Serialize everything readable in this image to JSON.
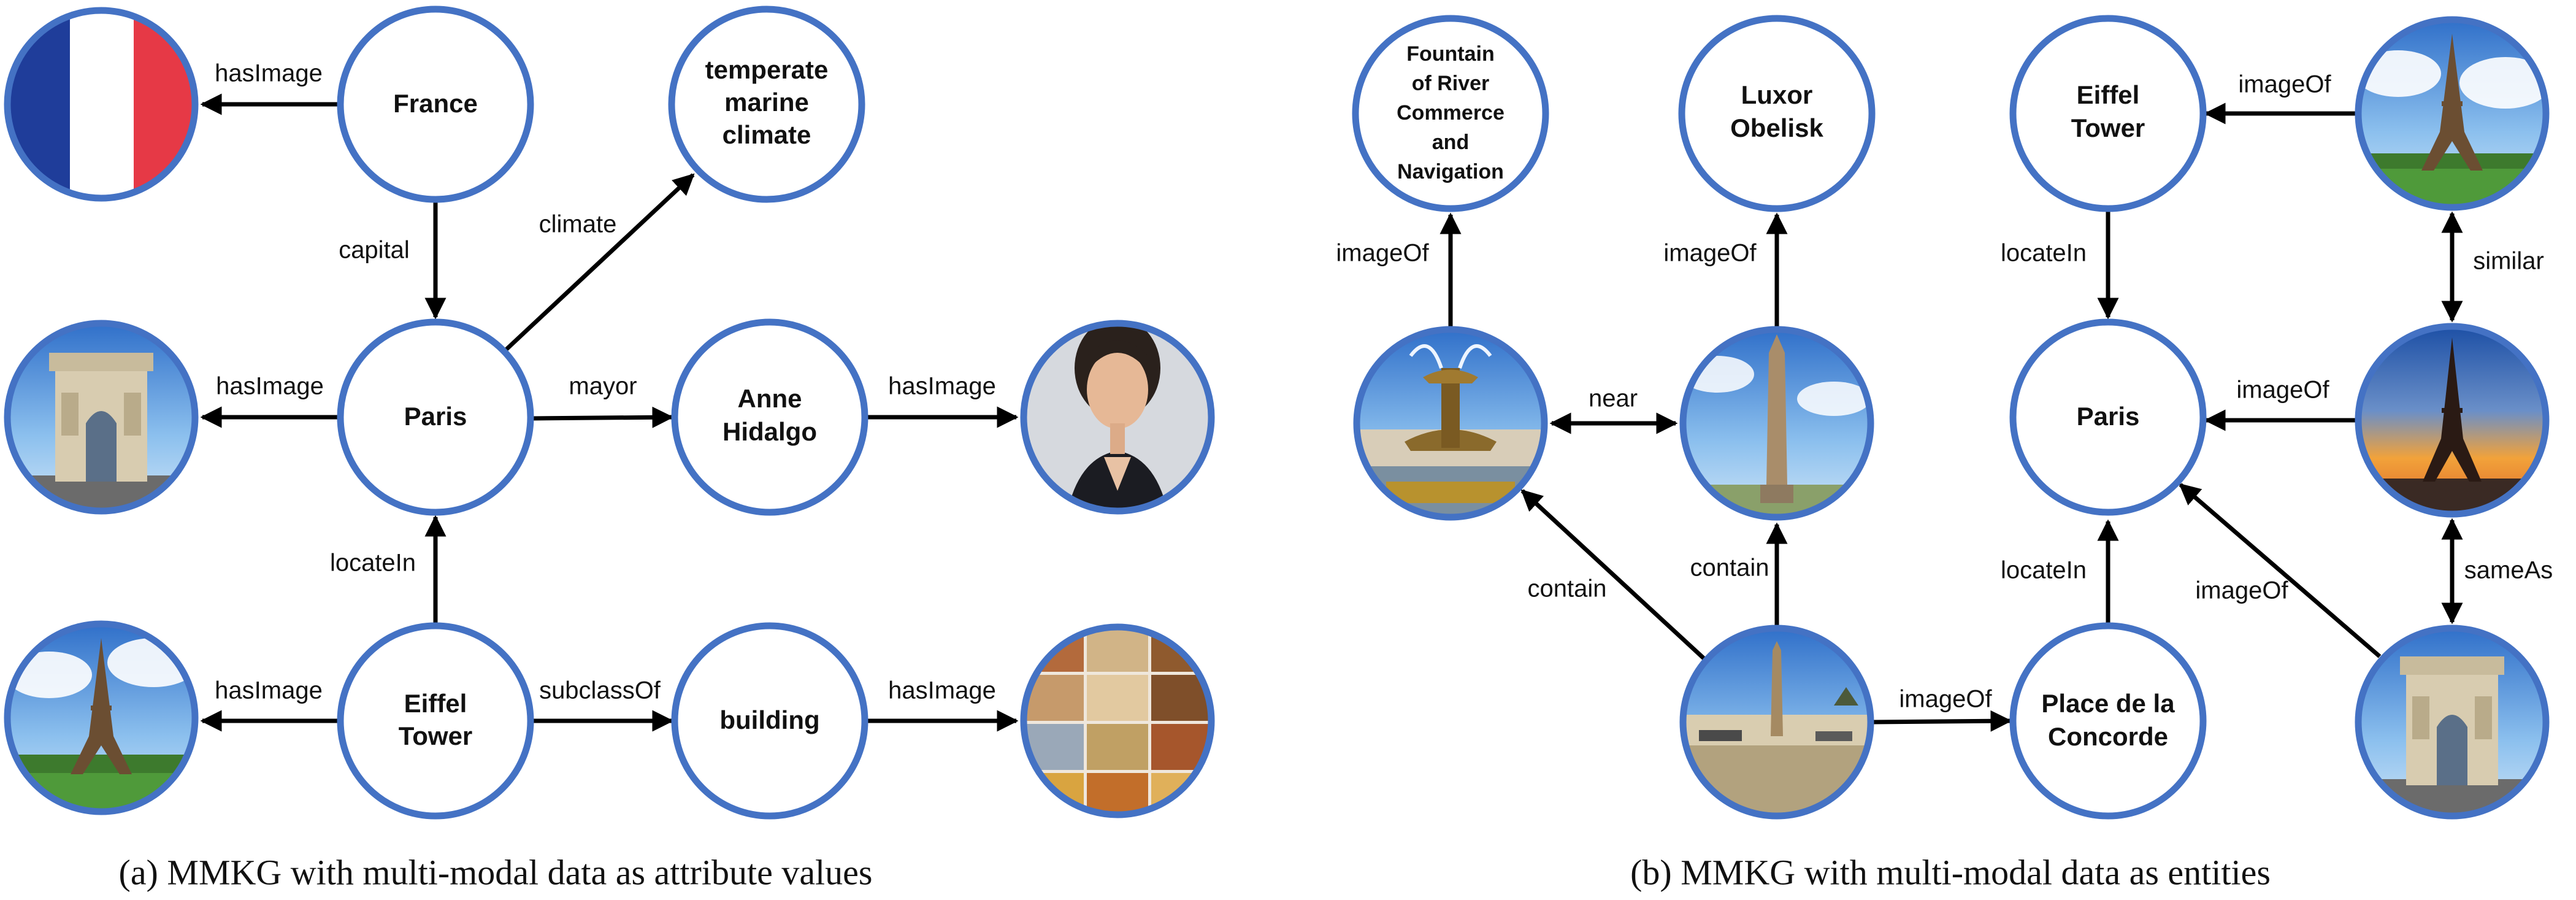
{
  "panel_a": {
    "caption": "(a) MMKG with multi-modal data as attribute values",
    "nodes": {
      "france": "France",
      "paris": "Paris",
      "climate": [
        "temperate",
        "marine",
        "climate"
      ],
      "anne": [
        "Anne",
        "Hidalgo"
      ],
      "eiffel": [
        "Eiffel",
        "Tower"
      ],
      "building": "building"
    },
    "images": {
      "flag": "flag-of-france-image",
      "arc": "arc-de-triomphe-image",
      "eiffel": "eiffel-tower-photo",
      "portrait": "anne-hidalgo-portrait",
      "buildings": "building-collage-image"
    },
    "edges": {
      "france_hasimage": "hasImage",
      "capital": "capital",
      "climate": "climate",
      "paris_hasimage": "hasImage",
      "mayor": "mayor",
      "anne_hasimage": "hasImage",
      "locatein": "locateIn",
      "eiffel_hasimage": "hasImage",
      "subclassof": "subclassOf",
      "building_hasimage": "hasImage"
    }
  },
  "panel_b": {
    "caption": "(b) MMKG with multi-modal data as entities",
    "nodes": {
      "fountain": [
        "Fountain",
        "of River",
        "Commerce",
        "and",
        "Navigation"
      ],
      "luxor": [
        "Luxor",
        "Obelisk"
      ],
      "eiffel": [
        "Eiffel",
        "Tower"
      ],
      "paris": "Paris",
      "concorde": [
        "Place de la",
        "Concorde"
      ]
    },
    "images": {
      "fountain": "fountain-photo",
      "obelisk": "obelisk-photo",
      "concorde": "place-de-la-concorde-photo",
      "eiffel_day": "eiffel-tower-day-photo",
      "eiffel_sunset": "eiffel-tower-sunset-photo",
      "arc": "arc-de-triomphe-photo"
    },
    "edges": {
      "fountain_imageof": "imageOf",
      "luxor_imageof": "imageOf",
      "near": "near",
      "contain_left": "contain",
      "contain_up": "contain",
      "concorde_imageof": "imageOf",
      "eiffel_imageof": "imageOf",
      "locatein_top": "locateIn",
      "similar": "similar",
      "paris_imageof": "imageOf",
      "locatein_bottom": "locateIn",
      "sameas": "sameAs",
      "arc_imageof": "imageOf"
    }
  },
  "colors": {
    "node_border": "#4472c4",
    "edge": "#000000",
    "flag_blue": "#1f3d9a",
    "flag_red": "#e63946",
    "sky": "#4a90d9"
  }
}
